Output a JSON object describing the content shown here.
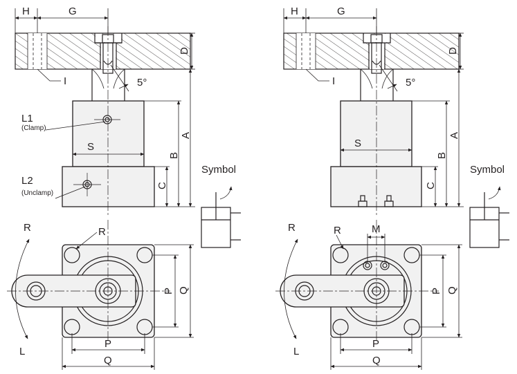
{
  "labels": {
    "H": "H",
    "G": "G",
    "D": "D",
    "I": "I",
    "deg": "5°",
    "A": "A",
    "B": "B",
    "C": "C",
    "S": "S",
    "L1": "L1",
    "clamp": "(Clamp)",
    "L2": "L2",
    "unclamp": "(Unclamp)",
    "symbol": "Symbol",
    "R": "R",
    "L": "L",
    "P": "P",
    "Q": "Q",
    "M": "M"
  },
  "colors": {
    "ink": "#231f20",
    "body_fill": "#f1f1f1",
    "background": "#ffffff"
  }
}
